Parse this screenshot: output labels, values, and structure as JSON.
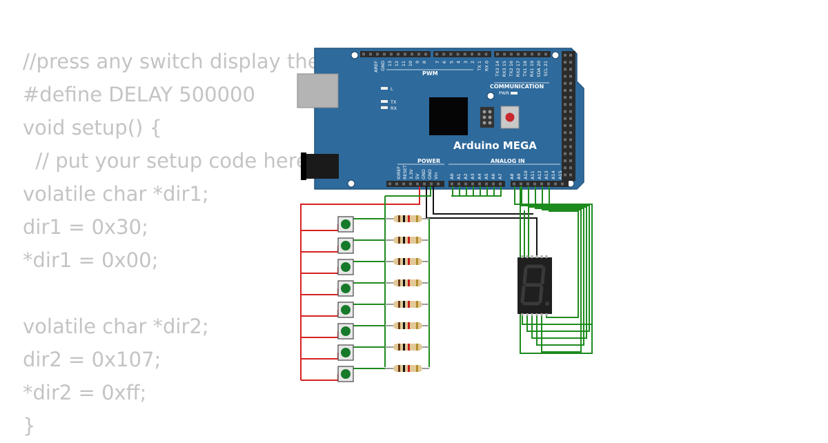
{
  "code_lines": [
    "//press any switch display the number",
    "#define DELAY 500000",
    "void setup() {",
    "  // put your setup code here",
    "volatile char *dir1;",
    "dir1 = 0x30;",
    "*dir1 = 0x00;",
    "",
    "volatile char *dir2;",
    "dir2 = 0x107;",
    "*dir2 = 0xff;",
    "}"
  ],
  "board": {
    "name": "Arduino MEGA",
    "labels": {
      "pwm": "PWM",
      "communication": "COMMUNICATION",
      "power": "POWER",
      "analog_in": "ANALOG IN",
      "pwr": "PWR",
      "led_l": "L",
      "led_tx": "TX",
      "led_rx": "RX"
    },
    "top_pins_left": [
      "AREF",
      "GND",
      "13",
      "12",
      "11",
      "10",
      "9",
      "8"
    ],
    "top_pins_mid": [
      "7",
      "6",
      "5",
      "4",
      "3",
      "2",
      "TX 1",
      "RX 0"
    ],
    "top_pins_comm": [
      "TX3 14",
      "RX3 15",
      "TX2 16",
      "RX2 17",
      "TX1 18",
      "RX1 19",
      "SDA 20",
      "SCL 21"
    ],
    "power_pins": [
      "IOREF",
      "RESET",
      "3.3V",
      "5V",
      "GND",
      "GND",
      "Vin"
    ],
    "analog_pins_low": [
      "A0",
      "A1",
      "A2",
      "A3",
      "A4",
      "A5",
      "A6",
      "A7"
    ],
    "analog_pins_high": [
      "A8",
      "A9",
      "A10",
      "A11",
      "A12",
      "A13",
      "A14",
      "A15"
    ]
  },
  "colors": {
    "board": "#2e6a9c",
    "wire_red": "#d62020",
    "wire_green": "#1d8a1d",
    "wire_black": "#111111",
    "button_cap": "#167a2a",
    "code_text": "#c4c4c4"
  },
  "components": {
    "pushbuttons": 8,
    "resistors": 8,
    "seven_segment_displays": 1
  }
}
